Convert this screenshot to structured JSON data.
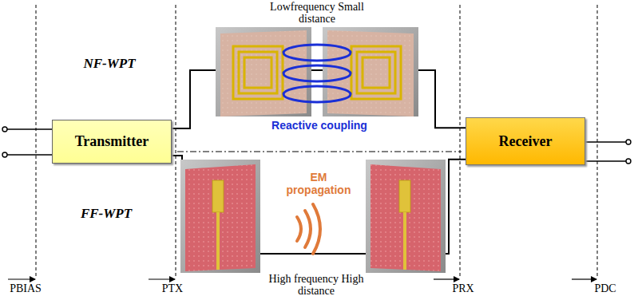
{
  "diagram": {
    "nodes": [
      {
        "text": [
          "Transmitter"
        ]
      },
      {
        "text": [
          "Receiver"
        ]
      }
    ],
    "edges": [
      {
        "from": 0,
        "to": 1,
        "arrow": "none"
      },
      {
        "from": 0,
        "to": 1,
        "arrow": "none"
      }
    ],
    "labels": [
      "NF-WPT",
      "Lowfrequency Small distance",
      "Reactive coupling",
      "EM propagation",
      "FF-WPT",
      "High frequency High distance",
      "PBIAS",
      "PTX",
      "PRX",
      "PDC"
    ]
  }
}
